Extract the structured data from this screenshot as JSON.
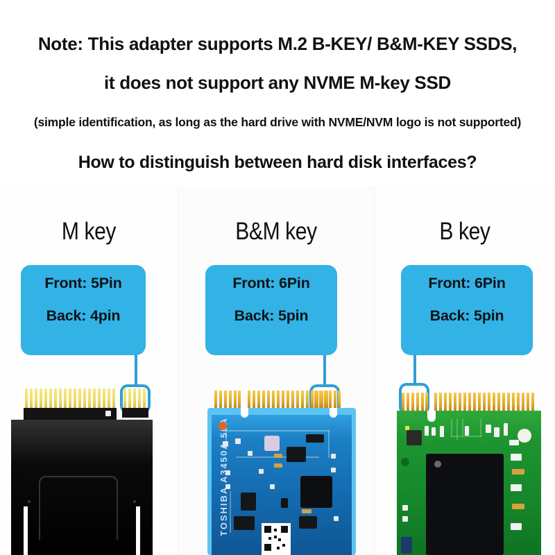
{
  "notice": {
    "line1": "Note: This adapter supports M.2 B-KEY/ B&M-KEY SSDS,",
    "line2": "it does not support any NVME M-key SSD",
    "line3": "(simple identification, as long as the hard drive with NVME/NVM logo is not supported)",
    "line4": "How to distinguish between hard disk interfaces?"
  },
  "colors": {
    "callout_blue": "#33b2e5",
    "leader_blue": "#2f9fd4",
    "pin_gold": "#e7c033",
    "pcb_blue": "#1469ae",
    "pcb_green": "#15862a",
    "heatsink_black": "#000000",
    "text_black": "#111111"
  },
  "columns": [
    {
      "key_label": "M key",
      "front": "Front: 5Pin",
      "back": "Back: 4pin",
      "board_type": "black-heatsink-ssd",
      "highlight_side": "right",
      "highlight_pins": 5
    },
    {
      "key_label": "B&M key",
      "front": "Front: 6Pin",
      "back": "Back: 5pin",
      "board_type": "blue-pcb-ssd",
      "highlight_side": "right",
      "highlight_pins": 6,
      "silkscreen": "TOSHIBA A3450A 50A"
    },
    {
      "key_label": "B key",
      "front": "Front: 6Pin",
      "back": "Back: 5pin",
      "board_type": "green-pcb-ssd",
      "highlight_side": "left",
      "highlight_pins": 6
    }
  ]
}
